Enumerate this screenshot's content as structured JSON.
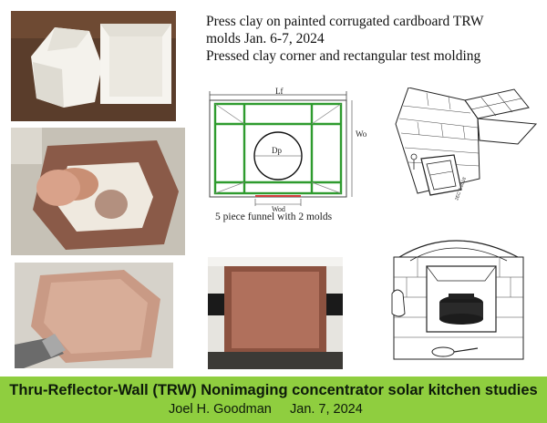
{
  "header": {
    "line1": "Press clay on painted corrugated cardboard TRW",
    "line2": "molds  Jan. 6-7, 2024",
    "line3": "Pressed clay corner and rectangular test molding"
  },
  "diagram": {
    "top_label": "Lf",
    "side_label": "Wo",
    "center_label": "Dp",
    "bottom_label": "Wod",
    "caption": "5 piece funnel with 2 molds"
  },
  "sketch": {
    "label": "2EC 3 2o18"
  },
  "footer": {
    "title": "Thru-Reflector-Wall (TRW) Nonimaging concentrator solar kitchen studies",
    "author": "Joel H. Goodman",
    "date": "Jan. 7, 2024",
    "background": "#8fce3f"
  }
}
